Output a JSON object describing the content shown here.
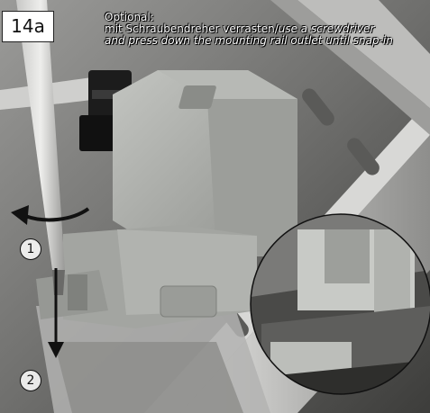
{
  "step": {
    "label": "14a"
  },
  "caption": {
    "heading": "Optional:",
    "line_de": "mit Schraubendreher verrasten/",
    "line_de_en": "use a screwdriver",
    "line_en": "and press down the mounting rail outlet until snap-in"
  },
  "markers": {
    "one": "1",
    "two": "2"
  },
  "colors": {
    "photo_bg": "#7f7f7f",
    "arrow": "#111111",
    "housing": "#a9aba7",
    "rail": "#c9c9c7"
  }
}
